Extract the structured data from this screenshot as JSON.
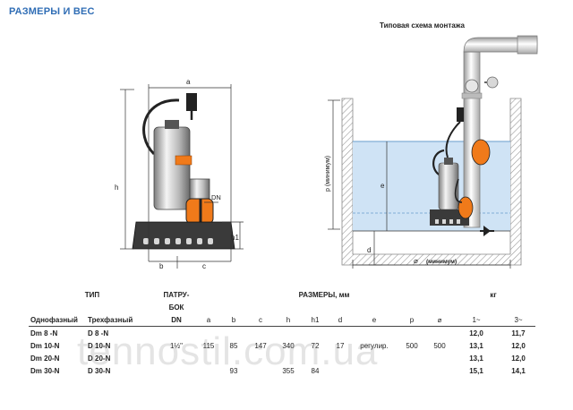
{
  "page": {
    "title": "РАЗМЕРЫ И ВЕС",
    "install_caption": "Типовая схема монтажа",
    "watermark": "tennostil.com.ua"
  },
  "diagram_left": {
    "labels": {
      "a": "a",
      "h": "h",
      "h1": "h1",
      "dn": "DN",
      "b": "b",
      "c": "c"
    }
  },
  "diagram_right": {
    "labels": {
      "p": "p (минимум)",
      "e": "e",
      "d": "d",
      "w": "⌀",
      "w_min": "(минимум)"
    }
  },
  "table": {
    "headers": {
      "type": "ТИП",
      "single_phase": "Однофазный",
      "three_phase": "Трехфазный",
      "branch_line1": "ПАТРУ-",
      "branch_line2": "БОК",
      "dn": "DN",
      "dimensions": "РАЗМЕРЫ, мм",
      "kg": "кг",
      "cols": [
        "a",
        "b",
        "c",
        "h",
        "h1",
        "d",
        "e",
        "p",
        "⌀"
      ],
      "kg1": "1~",
      "kg3": "3~"
    },
    "rows": [
      {
        "single": "Dm 8 -N",
        "three": "D 8 -N",
        "b": "",
        "h": "",
        "h1": "",
        "w1": "12,0",
        "w3": "11,7"
      },
      {
        "single": "Dm 10-N",
        "three": "D 10-N",
        "b": "85",
        "h": "340",
        "h1": "72",
        "w1": "13,1",
        "w3": "12,0"
      },
      {
        "single": "Dm 20-N",
        "three": "D 20-N",
        "b": "",
        "h": "",
        "h1": "",
        "w1": "13,1",
        "w3": "12,0"
      },
      {
        "single": "Dm 30-N",
        "three": "D 30-N",
        "b": "93",
        "h": "355",
        "h1": "84",
        "w1": "15,1",
        "w3": "14,1"
      }
    ],
    "shared": {
      "dn": "1½\"",
      "a": "115",
      "c": "147",
      "d": "17",
      "e": "регулир.",
      "p": "500",
      "w": "500"
    }
  },
  "colors": {
    "title": "#2f6db5",
    "water": "#cfe3f5",
    "float": "#f07a1a",
    "pit_hatch": "#9a9a9a"
  }
}
